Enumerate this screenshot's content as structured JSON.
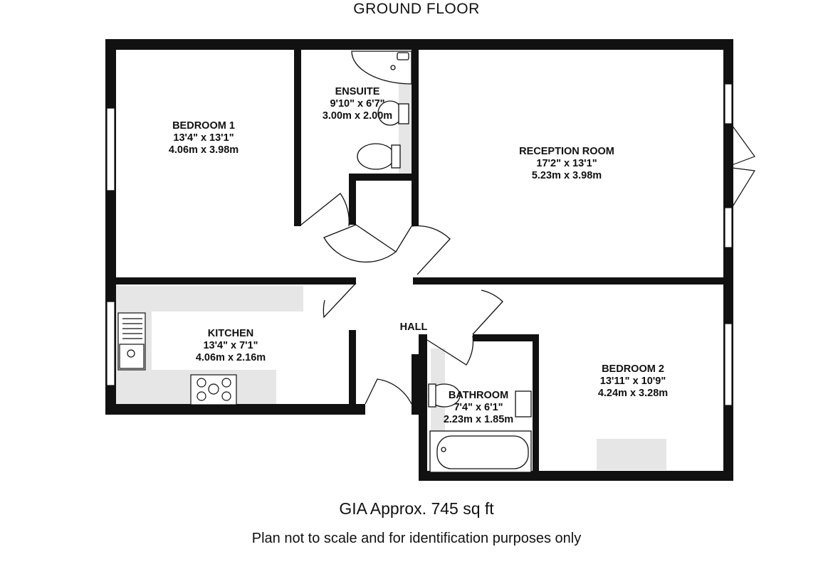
{
  "floor_title": "GROUND FLOOR",
  "rooms": {
    "bedroom1": {
      "name": "BEDROOM 1",
      "imperial": "13'4\"  x 13'1\"",
      "metric": "4.06m  x 3.98m"
    },
    "ensuite": {
      "name": "ENSUITE",
      "imperial": "9'10\"  x 6'7\"",
      "metric": "3.00m  x 2.00m"
    },
    "reception": {
      "name": "RECEPTION ROOM",
      "imperial": "17'2\"  x 13'1\"",
      "metric": "5.23m  x 3.98m"
    },
    "kitchen": {
      "name": "KITCHEN",
      "imperial": "13'4\"  x 7'1\"",
      "metric": "4.06m  x 2.16m"
    },
    "hall": {
      "name": "HALL"
    },
    "bathroom": {
      "name": "BATHROOM",
      "imperial": "7'4\"  x 6'1\"",
      "metric": "2.23m  x 1.85m"
    },
    "bedroom2": {
      "name": "BEDROOM 2",
      "imperial": "13'11\"  x 10'9\"",
      "metric": "4.24m  x 3.28m"
    }
  },
  "area": "GIA Approx. 745 sq ft",
  "disclaimer": "Plan not to scale and for identification purposes only",
  "colors": {
    "wall": "#111111",
    "fixture": "#e6e6e6",
    "background": "#ffffff"
  }
}
